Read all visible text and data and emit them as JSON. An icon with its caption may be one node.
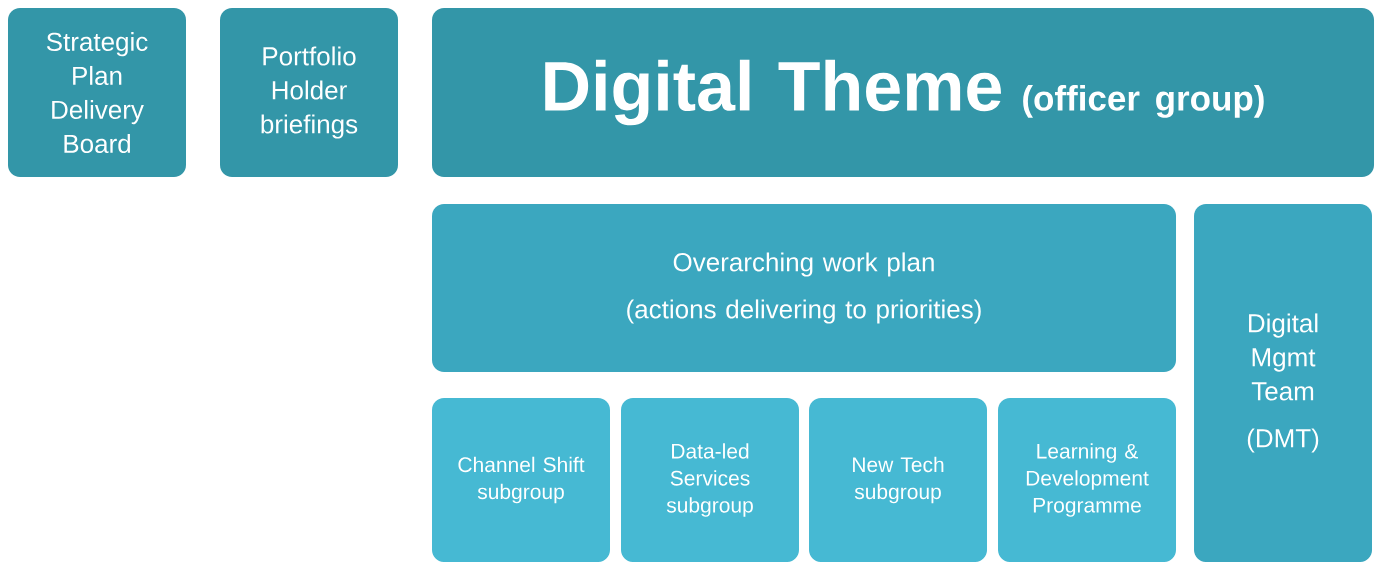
{
  "diagram": {
    "nodes": [
      {
        "text": [
          "Strategic Plan Delivery Board"
        ]
      },
      {
        "text": [
          "Portfolio Holder briefings"
        ]
      },
      {
        "text": [
          "Digital Theme",
          "(officer group)"
        ]
      },
      {
        "text": [
          "Overarching work plan",
          "(actions delivering to priorities)"
        ]
      },
      {
        "text": [
          "Digital Mgmt Team",
          "(DMT)"
        ]
      },
      {
        "text": [
          "Channel Shift subgroup"
        ]
      },
      {
        "text": [
          "Data-led Services subgroup"
        ]
      },
      {
        "text": [
          "New Tech subgroup"
        ]
      },
      {
        "text": [
          "Learning & Development Programme"
        ]
      }
    ]
  }
}
